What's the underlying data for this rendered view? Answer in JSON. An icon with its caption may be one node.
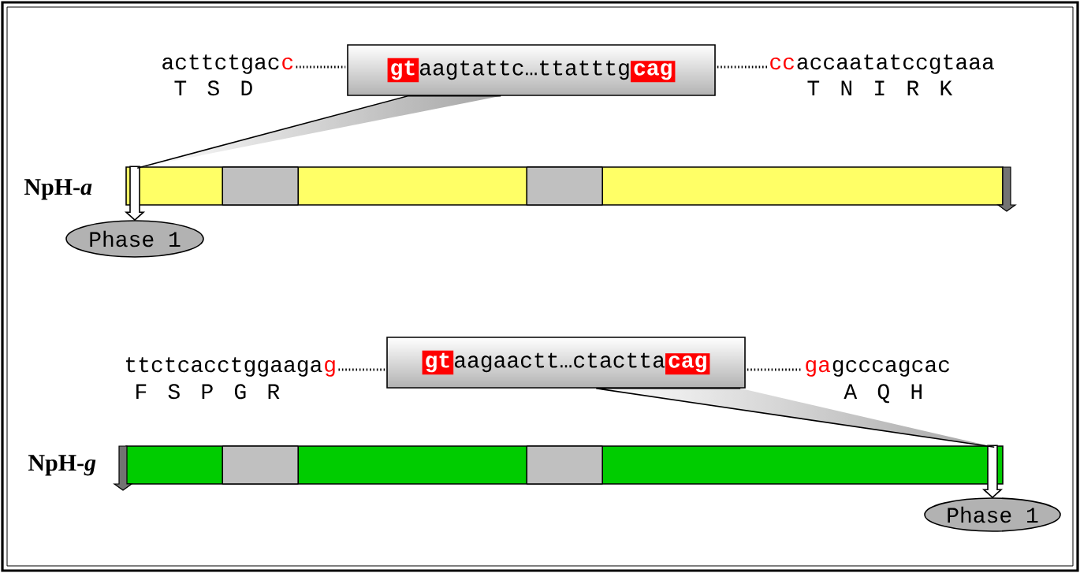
{
  "diagram": {
    "nodes": [
      {
        "text": [
          "gt",
          "aagtattc…ttatttg",
          "cag"
        ]
      },
      {
        "text": [],
        "shape": "bar"
      },
      {
        "text": [],
        "shape": "box",
        "in": 1
      },
      {
        "text": [],
        "shape": "box",
        "in": 1
      },
      {
        "text": [
          "Phase 1"
        ]
      },
      {
        "text": [
          "gt",
          "aagaactt…ctactta",
          "cag"
        ]
      },
      {
        "text": [],
        "shape": "bar"
      },
      {
        "text": [],
        "shape": "box",
        "in": 6
      },
      {
        "text": [],
        "shape": "box",
        "in": 6
      },
      {
        "text": [
          "Phase 1"
        ]
      }
    ],
    "edges": [
      {
        "from": 0,
        "to": 1,
        "arrow": "none"
      },
      {
        "from": 1,
        "to": 4,
        "arrow": "to"
      },
      {
        "from": 5,
        "to": 6,
        "arrow": "none"
      },
      {
        "from": 6,
        "to": 9,
        "arrow": "to"
      }
    ],
    "labels": [
      "acttctgac",
      "c",
      "cc",
      "accaatatccgtaaa",
      "T S D",
      "T N I R K",
      "NpH-*a*",
      "ttctcacctggaaga",
      "g",
      "ga",
      "gcccagcac",
      "F S P G R",
      "A Q H",
      "NpH-*g*"
    ]
  }
}
